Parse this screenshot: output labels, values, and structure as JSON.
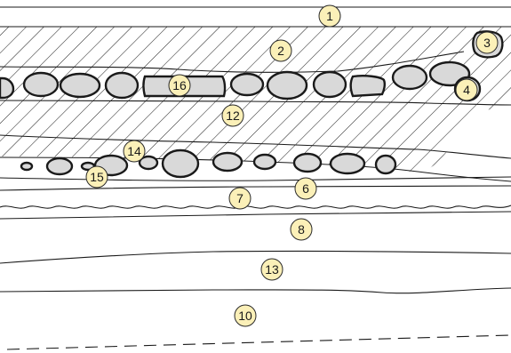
{
  "colors": {
    "line": "#1a1a1a",
    "stone_fill": "#d9d9d9",
    "marker_fill": "#fbf0b8",
    "background": "#ffffff"
  },
  "diagram": {
    "layer_labels": {
      "l1": "1",
      "l2": "2",
      "l3": "3",
      "l4": "4",
      "l6": "6",
      "l7": "7",
      "l8": "8",
      "l10": "10",
      "l12": "12",
      "l13": "13",
      "l14": "14",
      "l15": "15",
      "l16": "16"
    }
  }
}
